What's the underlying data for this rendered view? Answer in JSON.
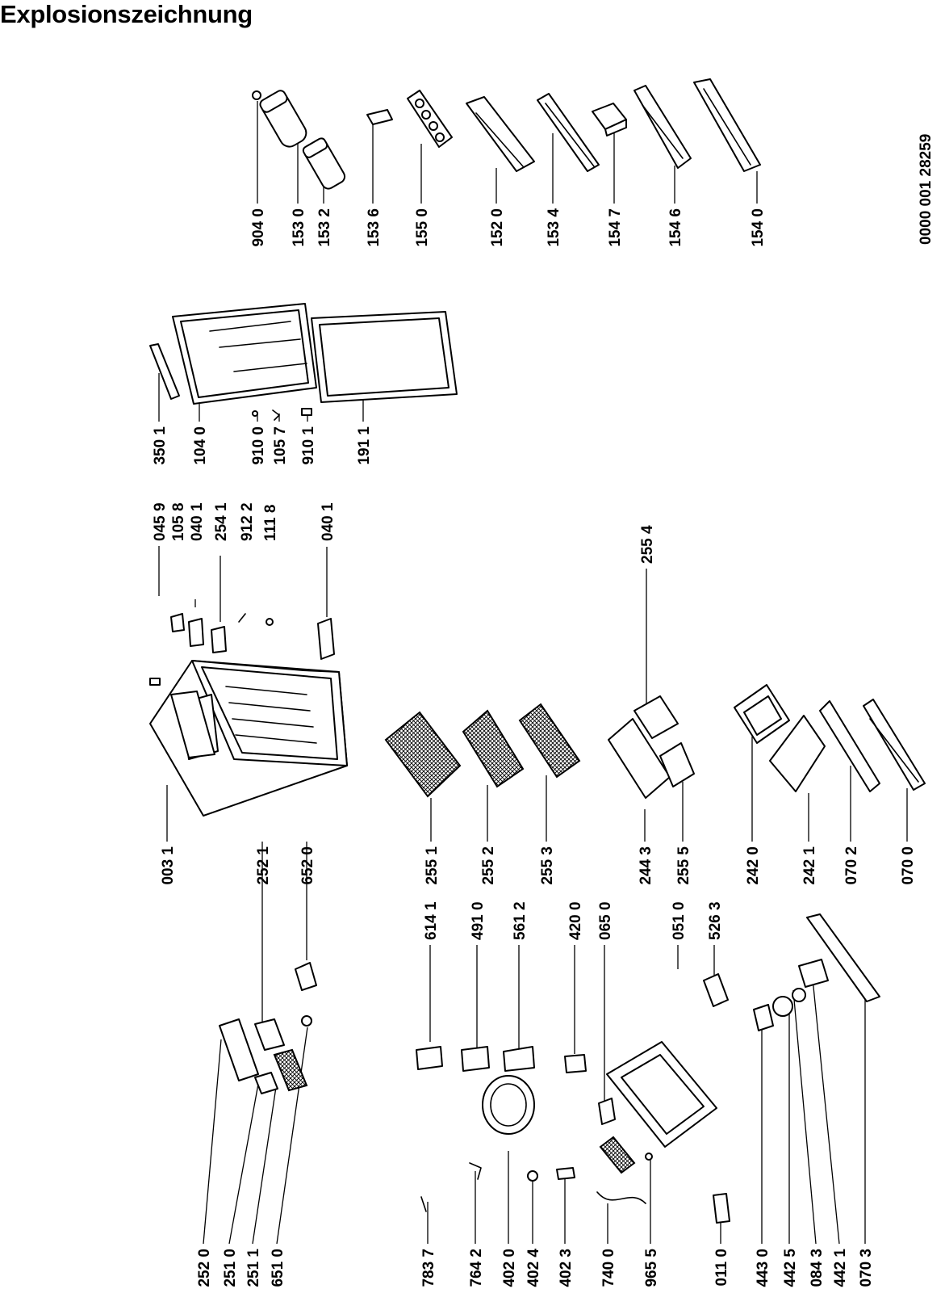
{
  "title": "Explosionszeichnung",
  "drawing_number": "0000 001 28259",
  "labels": [
    "904 0",
    "153 0",
    "153 2",
    "153 6",
    "155 0",
    "152 0",
    "153 4",
    "154 7",
    "154 6",
    "154 0",
    "350 1",
    "104 0",
    "910 0",
    "105 7",
    "910 1",
    "191 1",
    "045 9",
    "105 8",
    "040 1",
    "254 1",
    "912 2",
    "111 8",
    "040 1",
    "255 4",
    "003 1",
    "252 1",
    "652 0",
    "255 1",
    "255 2",
    "255 3",
    "244 3",
    "255 5",
    "242 0",
    "242 1",
    "070 2",
    "070 0",
    "614 1",
    "491 0",
    "561 2",
    "420 0",
    "065 0",
    "051 0",
    "526 3",
    "252 0",
    "251 0",
    "251 1",
    "651 0",
    "783 7",
    "764 2",
    "402 0",
    "402 4",
    "402 3",
    "740 0",
    "965 5",
    "011 0",
    "443 0",
    "442 5",
    "084 3",
    "442 1",
    "070 3"
  ]
}
